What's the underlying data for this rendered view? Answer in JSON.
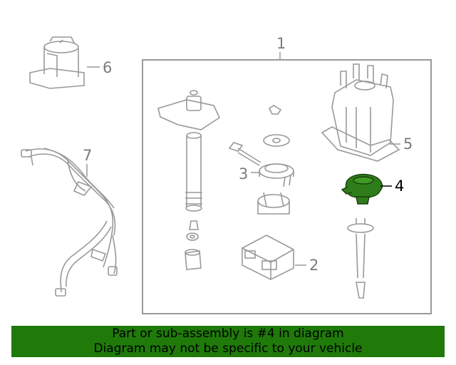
{
  "callouts": {
    "c1": "1",
    "c2": "2",
    "c3": "3",
    "c4": "4",
    "c5": "5",
    "c6": "6",
    "c7": "7"
  },
  "highlight_part": "4",
  "banner": {
    "line1": "Part or sub-assembly is #4 in diagram",
    "line2": "Diagram may not be specific to your vehicle"
  },
  "colors": {
    "line": "#8a8a8a",
    "highlight_fill": "#2e7d1a",
    "banner_bg": "#1f7a0a"
  }
}
